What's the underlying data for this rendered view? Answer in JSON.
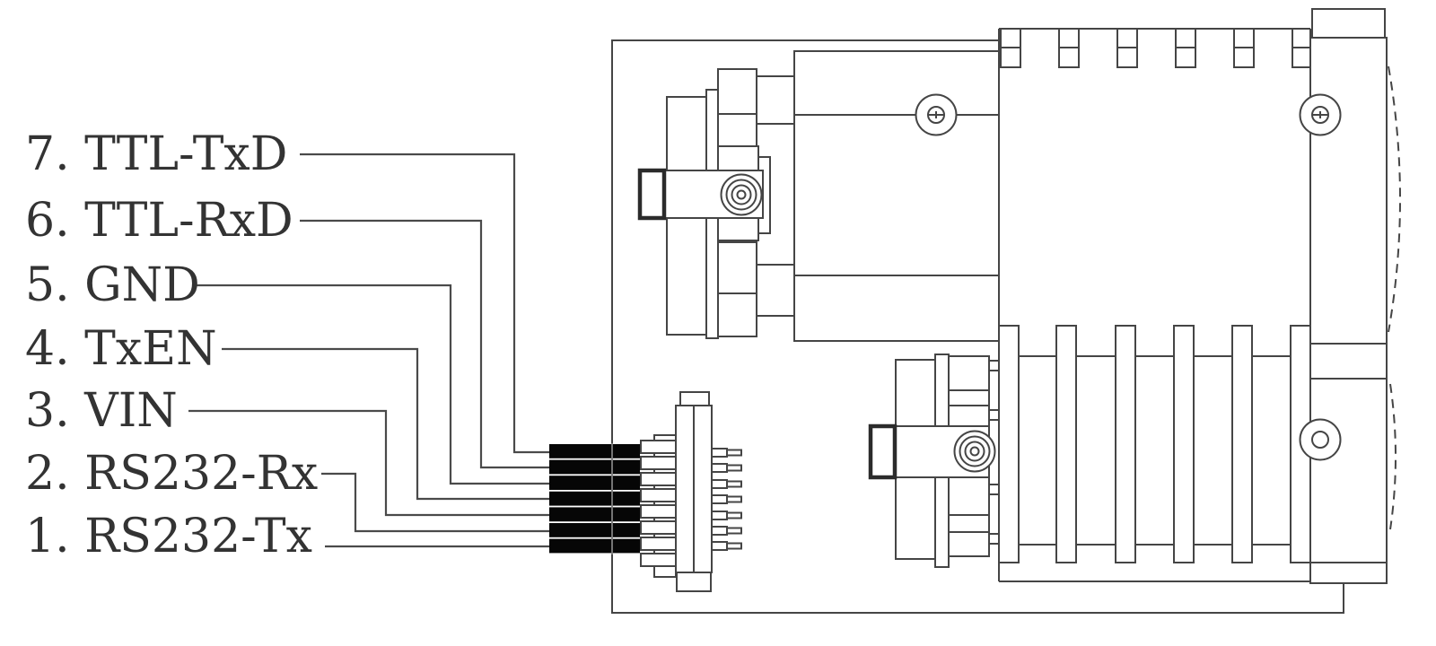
{
  "diagram": {
    "type": "technical-line-drawing",
    "background": "#ffffff",
    "line_color": "#454545",
    "text_color": "#333333",
    "wire_color": "#060606",
    "pin_labels": [
      {
        "label": "7. TTL-TxD"
      },
      {
        "label": "6. TTL-RxD"
      },
      {
        "label": "5. GND"
      },
      {
        "label": "4. TxEN"
      },
      {
        "label": "3. VIN"
      },
      {
        "label": "2. RS232-Rx"
      },
      {
        "label": "1. RS232-Tx"
      }
    ],
    "connector": {
      "wire_count": 7,
      "pin_count": 7
    }
  }
}
